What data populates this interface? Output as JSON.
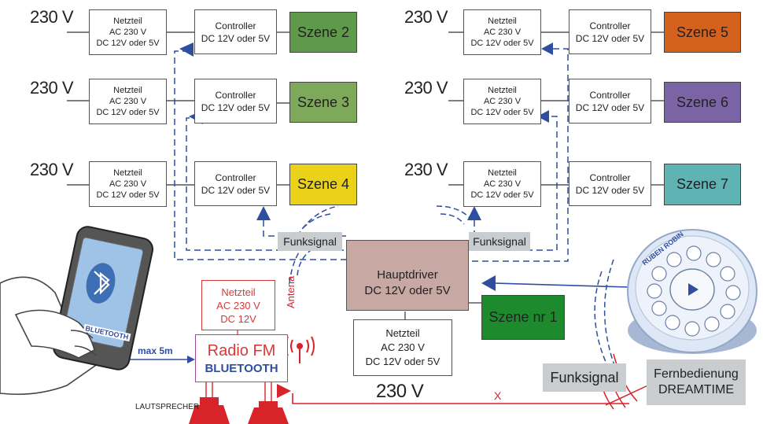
{
  "voltage_label": "230 V",
  "netzteil": {
    "title": "Netzteil",
    "line1": "AC 230 V",
    "line2": "DC 12V oder 5V"
  },
  "controller": {
    "title": "Controller",
    "line1": "DC 12V oder 5V"
  },
  "scenes": {
    "s2": "Szene 2",
    "s3": "Szene 3",
    "s4": "Szene 4",
    "s5": "Szene 5",
    "s6": "Szene 6",
    "s7": "Szene 7",
    "s1": "Szene nr 1"
  },
  "colors": {
    "s2": "#5f9a4b",
    "s3": "#7ea85a",
    "s4": "#ead21a",
    "s5": "#d4611e",
    "s6": "#7b64a6",
    "s7": "#5fb3b3",
    "s1": "#1e8a2e",
    "hauptdriver": "#c7a8a2",
    "signal_blue": "#2f4ea0",
    "red": "#d8232a"
  },
  "funksignal": "Funksignal",
  "hauptdriver": {
    "title": "Hauptdriver",
    "line1": "DC 12V oder 5V"
  },
  "main_netzteil": {
    "title": "Netzteil",
    "line1": "AC 230 V",
    "line2": "DC 12V oder 5V",
    "voltage": "230 V"
  },
  "radio_netzteil": {
    "title": "Netzteil",
    "line1": "AC 230 V",
    "line2": "DC 12V"
  },
  "radio": {
    "line1": "Radio FM",
    "line2": "BLUETOOTH"
  },
  "antenna_label": "Antena",
  "max_label": "max 5m",
  "lautsprecher": "LAUTSPRECHER",
  "phone_label": "BLUETOOTH",
  "x_mark": "X",
  "remote": {
    "line1": "Fernbedienung",
    "line2": "DREAMTIME",
    "brand": "RUBEN ROBIN"
  }
}
